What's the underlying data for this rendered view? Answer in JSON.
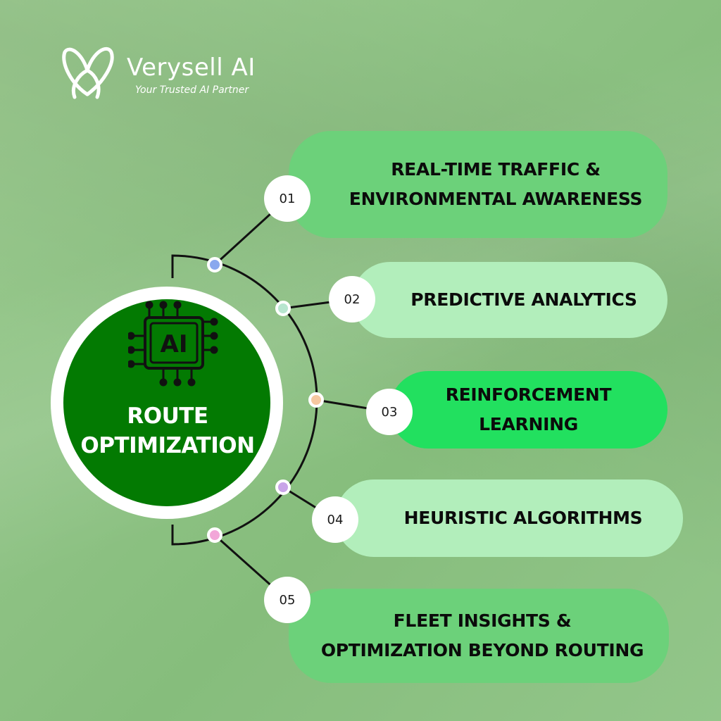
{
  "brand": {
    "name": "Verysell AI",
    "tagline": "Your Trusted AI Partner"
  },
  "hub": {
    "chip_label": "AI",
    "title": "ROUTE\nOPTIMIZATION",
    "color": "#037a02"
  },
  "items": [
    {
      "number": "01",
      "label": "REAL-TIME TRAFFIC &\nENVIRONMENTAL AWARENESS",
      "color": "#6cd17a",
      "dot_color": "#8aa8ee"
    },
    {
      "number": "02",
      "label": "PREDICTIVE ANALYTICS",
      "color": "#b2eebb",
      "dot_color": "#b8e6cf"
    },
    {
      "number": "03",
      "label": "REINFORCEMENT\nLEARNING",
      "color": "#22e05f",
      "dot_color": "#f6c8a0"
    },
    {
      "number": "04",
      "label": "HEURISTIC ALGORITHMS",
      "color": "#b2eebb",
      "dot_color": "#c9a4e8"
    },
    {
      "number": "05",
      "label": "FLEET INSIGHTS &\nOPTIMIZATION BEYOND ROUTING",
      "color": "#6cd17a",
      "dot_color": "#f2a6d8"
    }
  ]
}
